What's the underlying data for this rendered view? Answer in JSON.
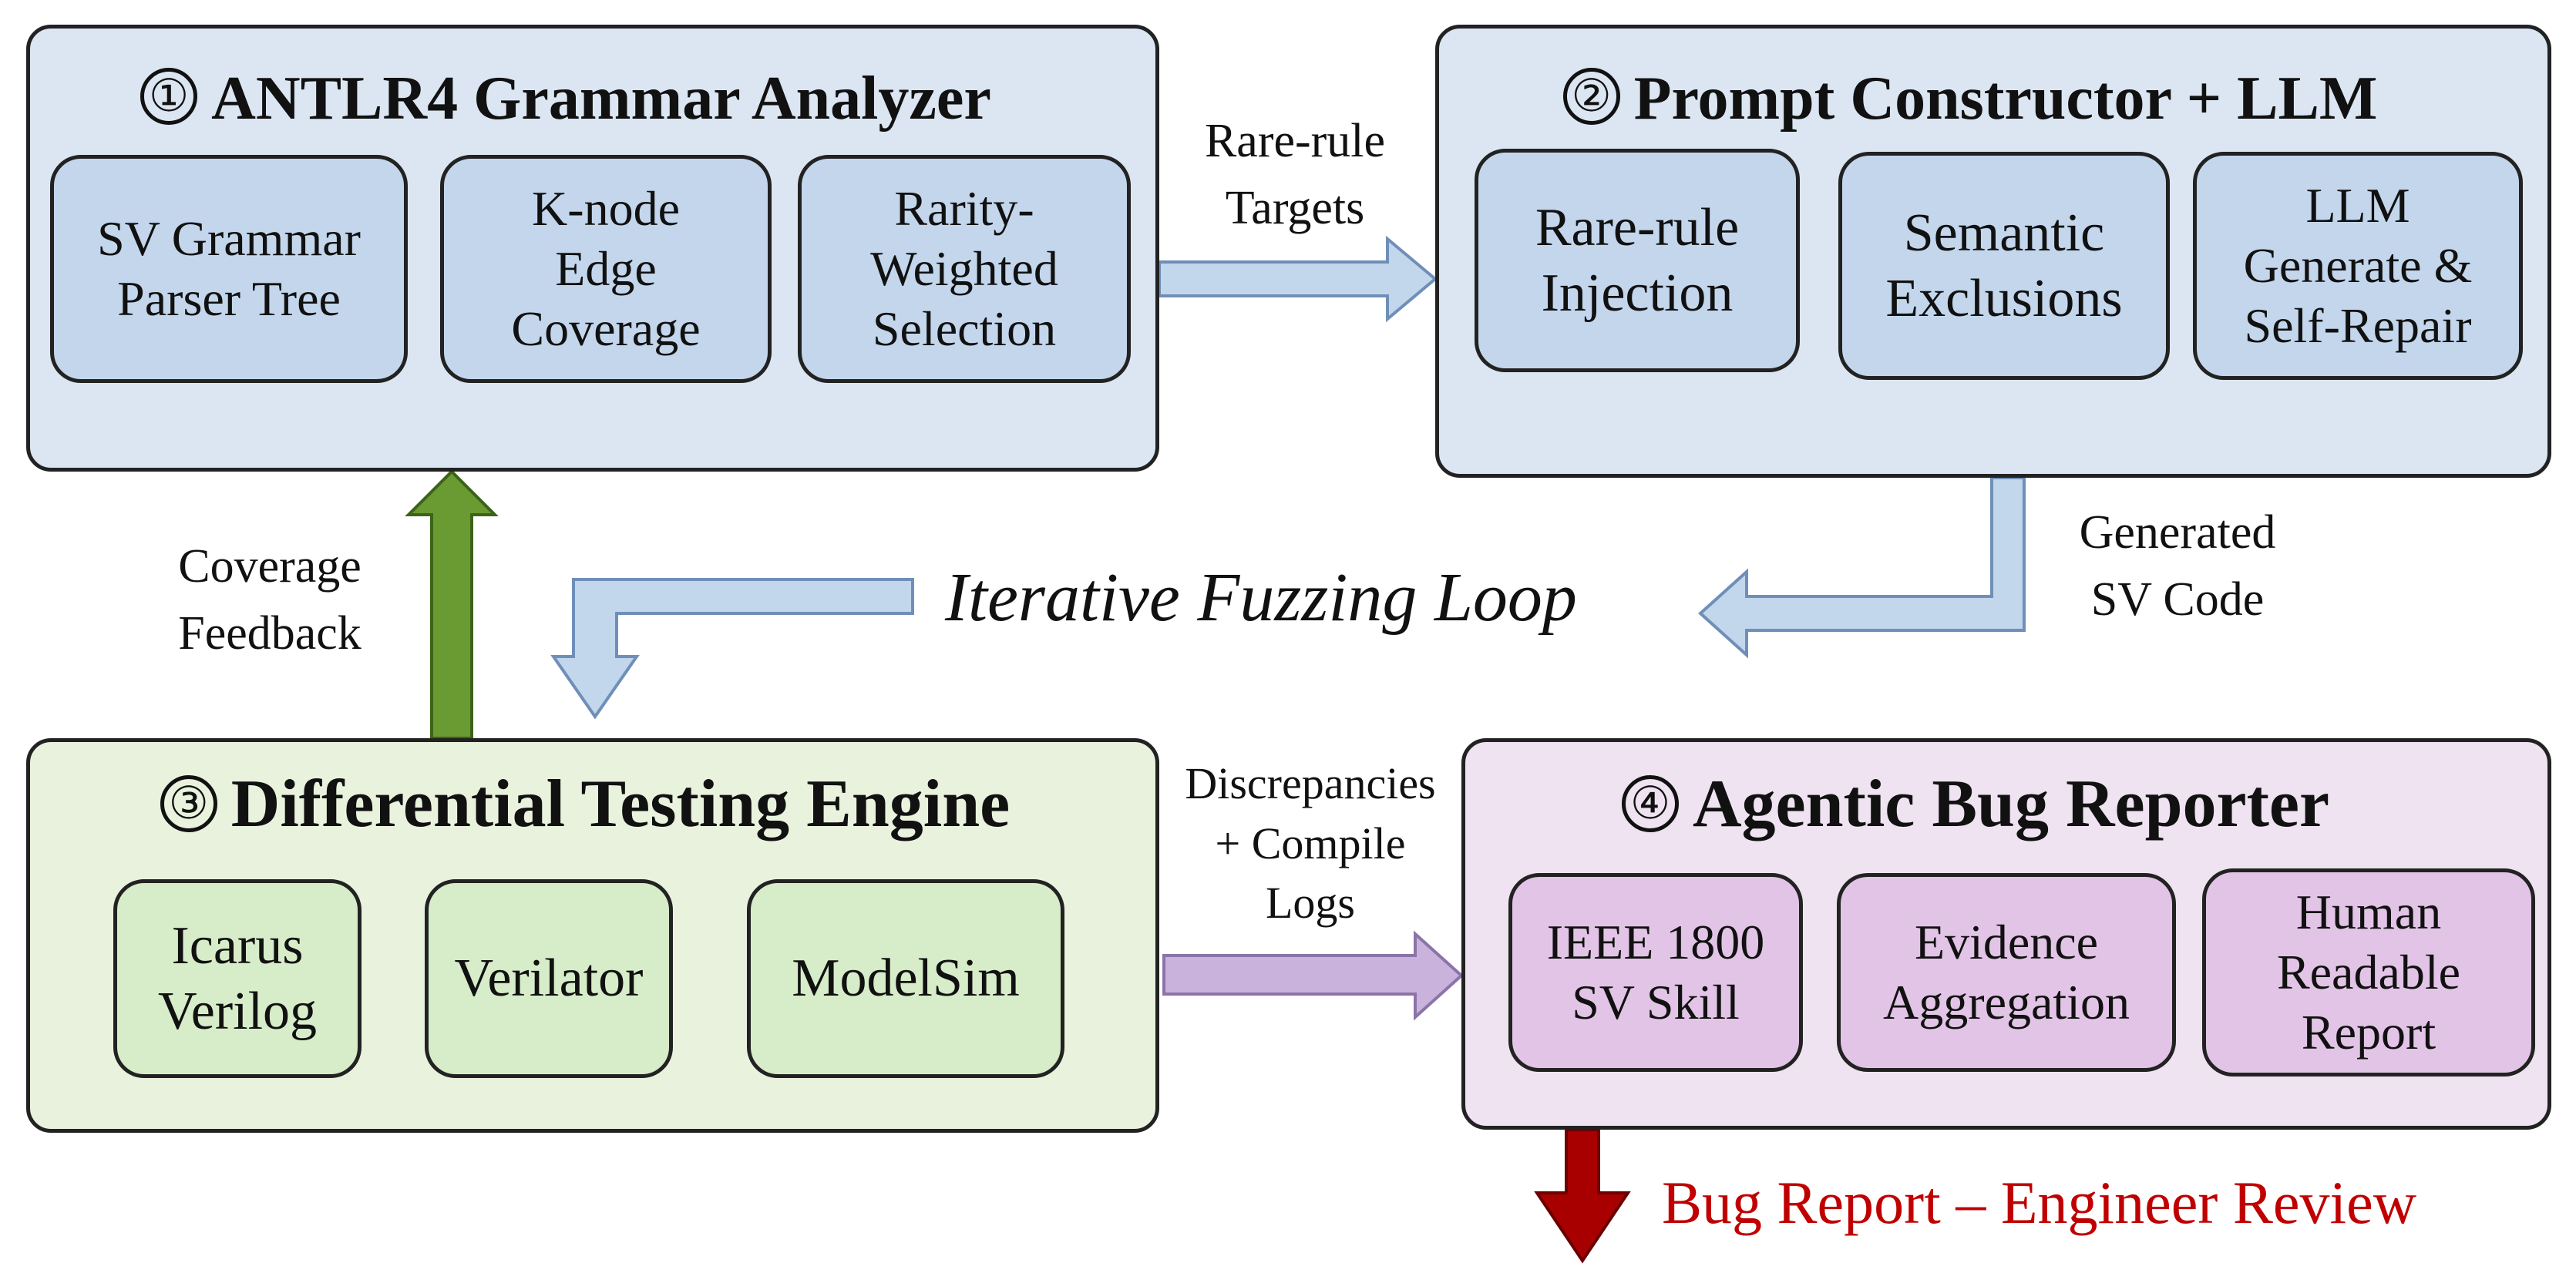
{
  "panels": {
    "grammar": {
      "number": "①",
      "title": "ANTLR4 Grammar Analyzer",
      "chips": [
        "SV Grammar\nParser Tree",
        "K-node\nEdge\nCoverage",
        "Rarity-\nWeighted\nSelection"
      ]
    },
    "prompt": {
      "number": "②",
      "title": "Prompt Constructor + LLM",
      "chips": [
        "Rare-rule\nInjection",
        "Semantic\nExclusions",
        "LLM\nGenerate &\nSelf-Repair"
      ]
    },
    "differential": {
      "number": "③",
      "title": "Differential Testing Engine",
      "chips": [
        "Icarus\nVerilog",
        "Verilator",
        "ModelSim"
      ]
    },
    "reporter": {
      "number": "④",
      "title": "Agentic Bug Reporter",
      "chips": [
        "IEEE 1800\nSV Skill",
        "Evidence\nAggregation",
        "Human\nReadable\nReport"
      ]
    }
  },
  "edges": {
    "rare_rule_targets": "Rare-rule\nTargets",
    "generated_code": "Generated\nSV Code",
    "loop": "Iterative Fuzzing Loop",
    "coverage_feedback": "Coverage\nFeedback",
    "discrepancies": "Discrepancies\n+ Compile\nLogs",
    "bug_report": "Bug Report – Engineer Review"
  },
  "colors": {
    "blue_panel": "#dbe6f2",
    "blue_chip": "#c3d6ec",
    "green_panel": "#e9f2dd",
    "green_chip": "#d7ecc8",
    "purple_panel": "#efe2f1",
    "purple_chip": "#e2c4e6",
    "blue_arrow": "#c2d6ec",
    "green_arrow": "#6a9a32",
    "purple_arrow": "#c9b3dd",
    "red_arrow": "#a80000",
    "bug_text": "#c00000"
  }
}
